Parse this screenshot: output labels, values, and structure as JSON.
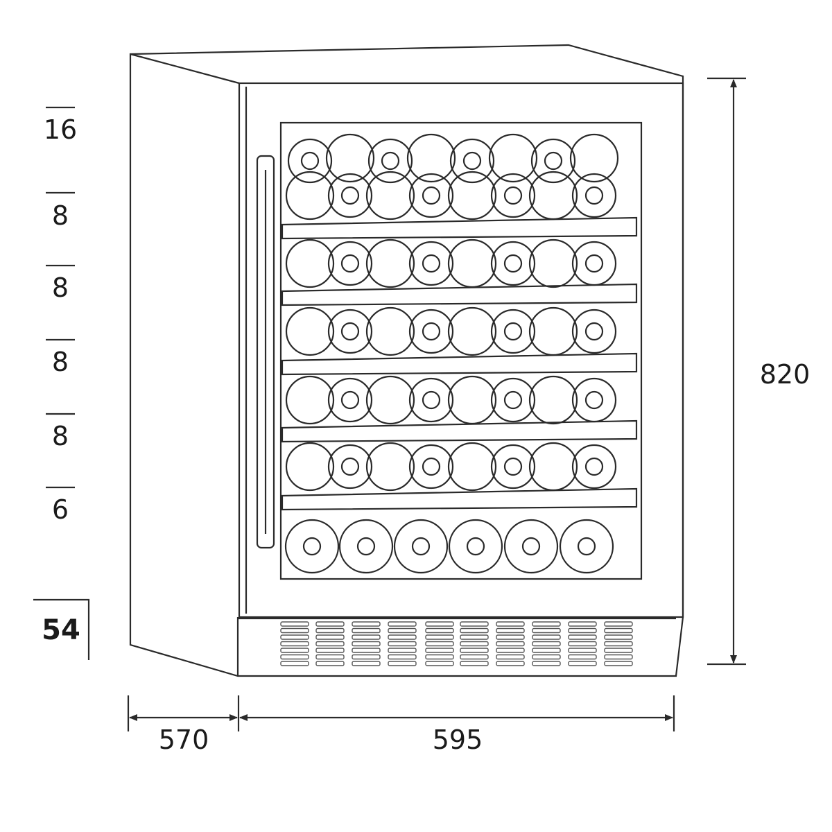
{
  "row_capacities": [
    {
      "label": "16",
      "count": 16
    },
    {
      "label": "8",
      "count": 8
    },
    {
      "label": "8",
      "count": 8
    },
    {
      "label": "8",
      "count": 8
    },
    {
      "label": "8",
      "count": 8
    },
    {
      "label": "6",
      "count": 6
    }
  ],
  "plinth_height": "54",
  "dimensions": {
    "height": "820",
    "depth": "570",
    "width": "595"
  }
}
